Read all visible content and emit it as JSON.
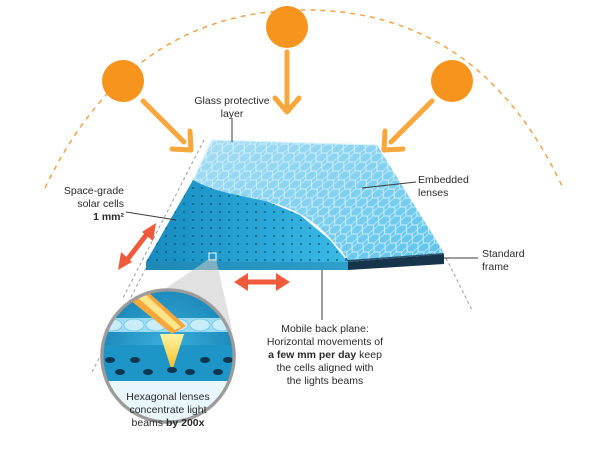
{
  "colors": {
    "sun": "#f7941d",
    "arrow": "#f7a73b",
    "glass_light": "#8fd3ee",
    "glass_mid": "#3fb6e3",
    "panel_edge": "#1f6f92",
    "frame": "#16344a",
    "movement_arrow": "#ef5a3c",
    "arc": "#f2a44a",
    "callout_line": "#3a3a3a"
  },
  "labels": {
    "glass": {
      "line1": "Glass protective",
      "line2": "layer"
    },
    "embedded": {
      "line1": "Embedded",
      "line2": "lenses"
    },
    "space": {
      "line1": "Space-grade",
      "line2": "solar cells",
      "line3": "1 mm²"
    },
    "frame": {
      "line1": "Standard",
      "line2": "frame"
    },
    "mobile": {
      "line1": "Mobile back plane:",
      "line2": "Horizontal movements of",
      "line3_bold": "a few mm per day",
      "line3_rest": " keep",
      "line4": "the cells aligned with",
      "line5": "the lights beams"
    },
    "hex": {
      "line1": "Hexagonal lenses",
      "line2": "concentrate light",
      "line3_rest": "beams ",
      "line3_bold": "by 200x"
    }
  },
  "icons": {
    "sun": "sun-icon",
    "light_arrow": "down-arrow-icon",
    "double_arrow": "double-arrow-icon",
    "magnifier": "magnifier-icon"
  }
}
